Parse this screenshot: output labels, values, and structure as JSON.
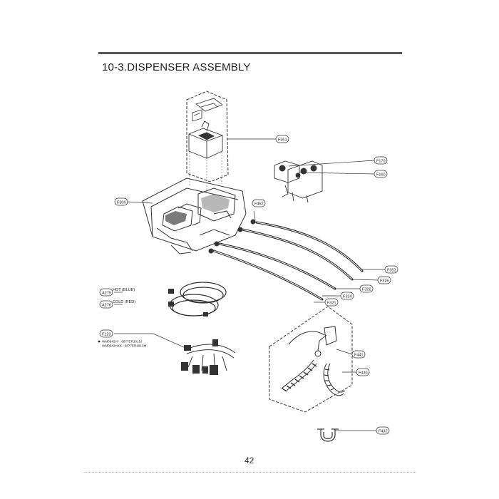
{
  "header": {
    "title": "10-3.DISPENSER ASSEMBLY"
  },
  "page_number": "42",
  "labels": {
    "f361": "F361",
    "f170": "F170",
    "f160": "F160",
    "f300": "F300",
    "f462": "F462",
    "f353": "F353",
    "f326": "F326",
    "f322": "F322",
    "f324": "F324",
    "f321": "F321",
    "a275": "A275",
    "a276": "A276",
    "f120": "F120",
    "f441": "F441",
    "f430": "F430",
    "f432": "F432"
  },
  "hose_labels": {
    "hot": "HOT (BLUE)",
    "cold": "COLD (RED)"
  },
  "notes": {
    "line1": "WM0642H* : 6877ER1015J",
    "line2": "WM0642HXX : 6877ER1013M"
  }
}
